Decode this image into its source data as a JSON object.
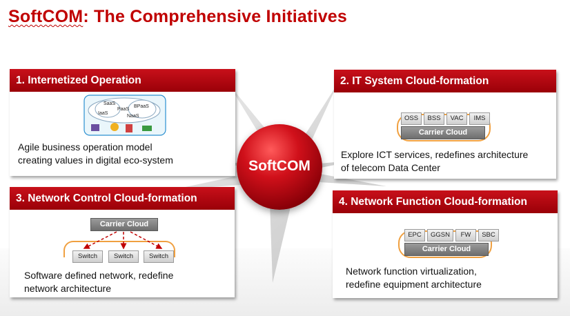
{
  "title": {
    "brand": "SoftCOM",
    "rest": ": The Comprehensive Initiatives"
  },
  "center_label": "SoftCOM",
  "panels": [
    {
      "heading": "1. Internetized Operation",
      "text": "Agile business operation model\ncreating values in digital eco-system",
      "cloud_terms": [
        "SaaS",
        "PaaS",
        "BPaaS",
        "IaaS",
        "NaaS"
      ]
    },
    {
      "heading": "2. IT System Cloud-formation",
      "text": "Explore ICT services, redefines architecture\nof telecom Data Center",
      "chips": [
        "OSS",
        "BSS",
        "VAC",
        "IMS"
      ],
      "cloud_label": "Carrier Cloud"
    },
    {
      "heading": "3. Network Control Cloud-formation",
      "text": "Software defined network, redefine\nnetwork architecture",
      "cloud_label": "Carrier Cloud",
      "switches": [
        "Switch",
        "Switch",
        "Switch"
      ]
    },
    {
      "heading": "4. Network Function Cloud-formation",
      "text": "Network function virtualization,\nredefine equipment architecture",
      "chips": [
        "EPC",
        "GGSN",
        "FW",
        "SBC"
      ],
      "cloud_label": "Carrier Cloud"
    }
  ],
  "colors": {
    "accent": "#c00000",
    "header": "#b0000c",
    "cloud_orange": "#f0a040"
  }
}
